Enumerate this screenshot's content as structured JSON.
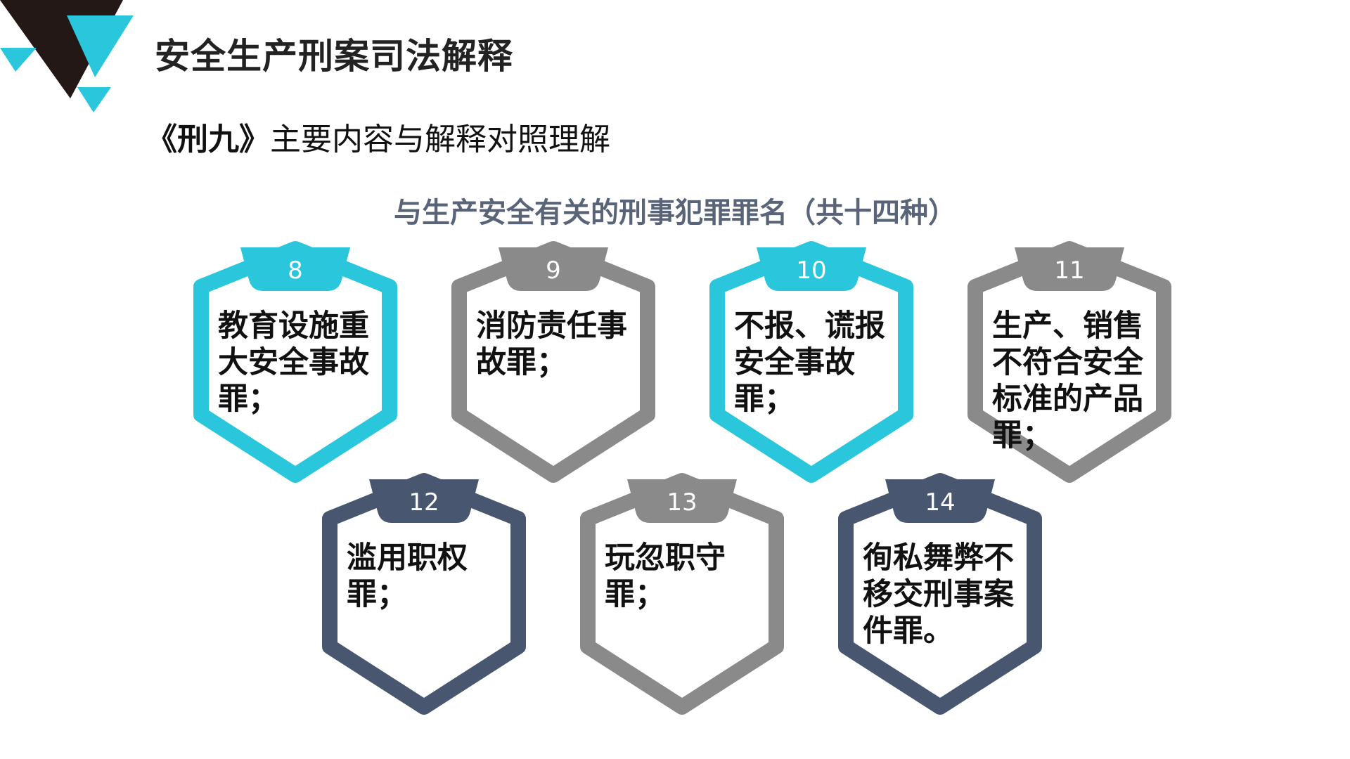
{
  "header": {
    "title": "安全生产刑案司法解释",
    "subtitle_bold": "《刑九》",
    "subtitle_rest": "主要内容与解释对照理解"
  },
  "section": {
    "heading": "与生产安全有关的刑事犯罪罪名（共十四种）"
  },
  "colors": {
    "cyan": "#29c6dc",
    "gray": "#8a8a8a",
    "navy": "#48576f",
    "logo_black": "#231815"
  },
  "crimes": [
    {
      "number": "8",
      "text": "教育设施重大安全事故罪；",
      "color": "cyan"
    },
    {
      "number": "9",
      "text": "消防责任事故罪；",
      "color": "gray"
    },
    {
      "number": "10",
      "text": "不报、谎报安全事故罪；",
      "color": "cyan"
    },
    {
      "number": "11",
      "text": "生产、销售不符合安全标准的产品罪；",
      "color": "gray"
    },
    {
      "number": "12",
      "text": "滥用职权罪；",
      "color": "navy"
    },
    {
      "number": "13",
      "text": "玩忽职守罪；",
      "color": "gray"
    },
    {
      "number": "14",
      "text": "徇私舞弊不移交刑事案件罪。",
      "color": "navy"
    }
  ]
}
